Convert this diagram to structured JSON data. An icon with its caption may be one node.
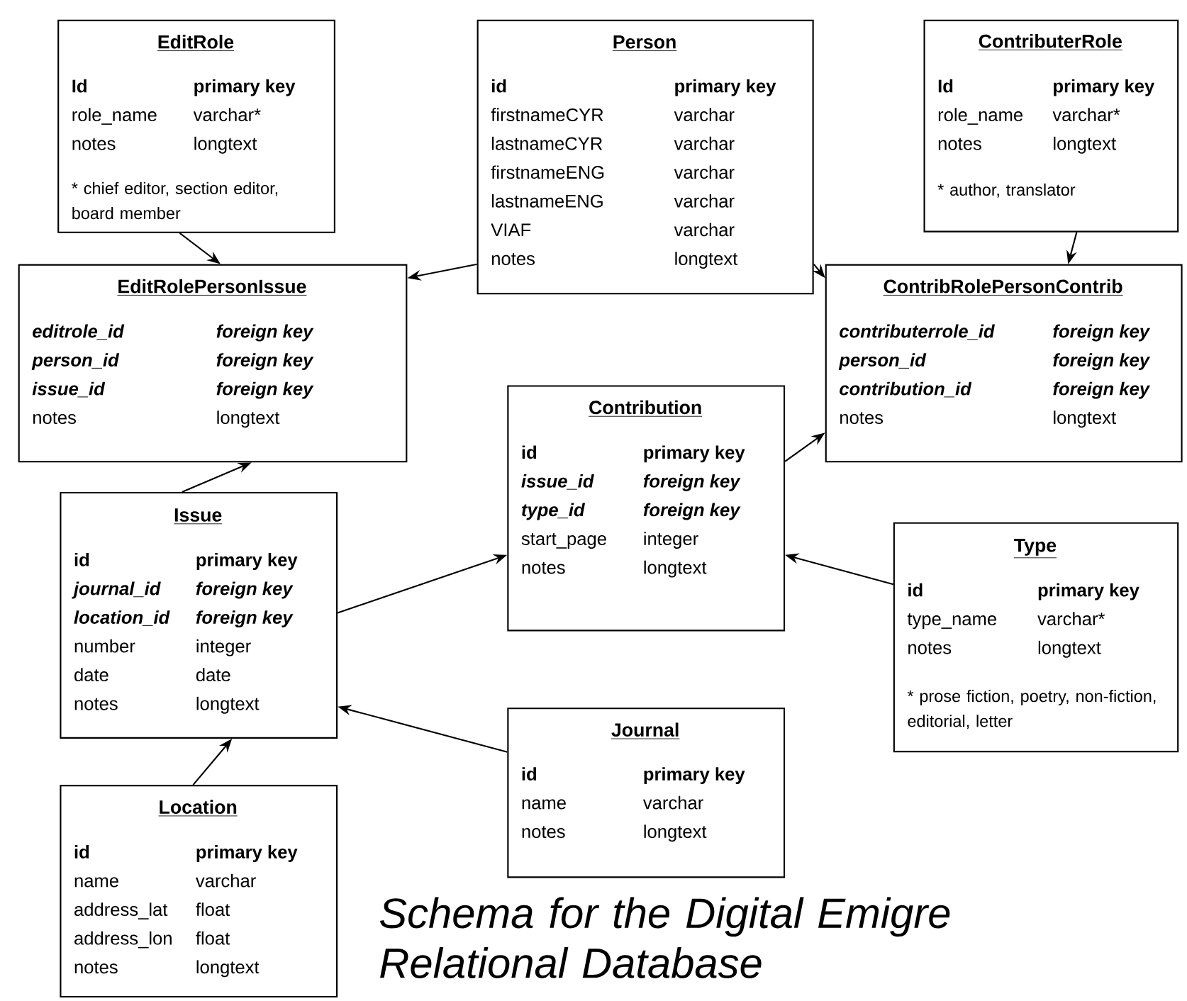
{
  "diagram": {
    "title": "Schema for the Digital Emigre Relational Database",
    "nodes": [
      {
        "text": [
          "EditRole",
          "Id",
          "primary key",
          "role_name",
          "varchar*",
          "notes",
          "longtext",
          "* chief editor, section editor, board member"
        ]
      },
      {
        "text": [
          "Person",
          "id",
          "primary key",
          "firstnameCYR",
          "varchar",
          "lastnameCYR",
          "varchar",
          "firstnameENG",
          "varchar",
          "lastnameENG",
          "varchar",
          "VIAF",
          "varchar",
          "notes",
          "longtext"
        ]
      },
      {
        "text": [
          "ContributerRole",
          "Id",
          "primary key",
          "role_name",
          "varchar*",
          "notes",
          "longtext",
          "* author, translator"
        ]
      },
      {
        "text": [
          "EditRolePersonIssue",
          "editrole_id",
          "foreign key",
          "person_id",
          "foreign key",
          "issue_id",
          "foreign key",
          "notes",
          "longtext"
        ]
      },
      {
        "text": [
          "ContribRolePersonContrib",
          "contributerrole_id",
          "foreign key",
          "person_id",
          "foreign key",
          "contribution_id",
          "foreign key",
          "notes",
          "longtext"
        ]
      },
      {
        "text": [
          "Contribution",
          "id",
          "primary key",
          "issue_id",
          "foreign key",
          "type_id",
          "foreign key",
          "start_page",
          "integer",
          "notes",
          "longtext"
        ]
      },
      {
        "text": [
          "Issue",
          "id",
          "primary key",
          "journal_id",
          "foreign key",
          "location_id",
          "foreign key",
          "number",
          "integer",
          "date",
          "date",
          "notes",
          "longtext"
        ]
      },
      {
        "text": [
          "Type",
          "id",
          "primary key",
          "type_name",
          "varchar*",
          "notes",
          "longtext",
          "* prose fiction, poetry, non-fiction, editorial, letter"
        ]
      },
      {
        "text": [
          "Journal",
          "id",
          "primary key",
          "name",
          "varchar",
          "notes",
          "longtext"
        ]
      },
      {
        "text": [
          "Location",
          "id",
          "primary key",
          "name",
          "varchar",
          "address_lat",
          "float",
          "address_lon",
          "float",
          "notes",
          "longtext"
        ]
      }
    ],
    "edges": [
      {
        "from": 0,
        "to": 3,
        "arrow": "to"
      },
      {
        "from": 1,
        "to": 3,
        "arrow": "to"
      },
      {
        "from": 1,
        "to": 4,
        "arrow": "to"
      },
      {
        "from": 2,
        "to": 4,
        "arrow": "to"
      },
      {
        "from": 6,
        "to": 3,
        "arrow": "to"
      },
      {
        "from": 5,
        "to": 4,
        "arrow": "to"
      },
      {
        "from": 6,
        "to": 5,
        "arrow": "to"
      },
      {
        "from": 7,
        "to": 5,
        "arrow": "to"
      },
      {
        "from": 8,
        "to": 6,
        "arrow": "to"
      },
      {
        "from": 9,
        "to": 6,
        "arrow": "to"
      }
    ]
  }
}
